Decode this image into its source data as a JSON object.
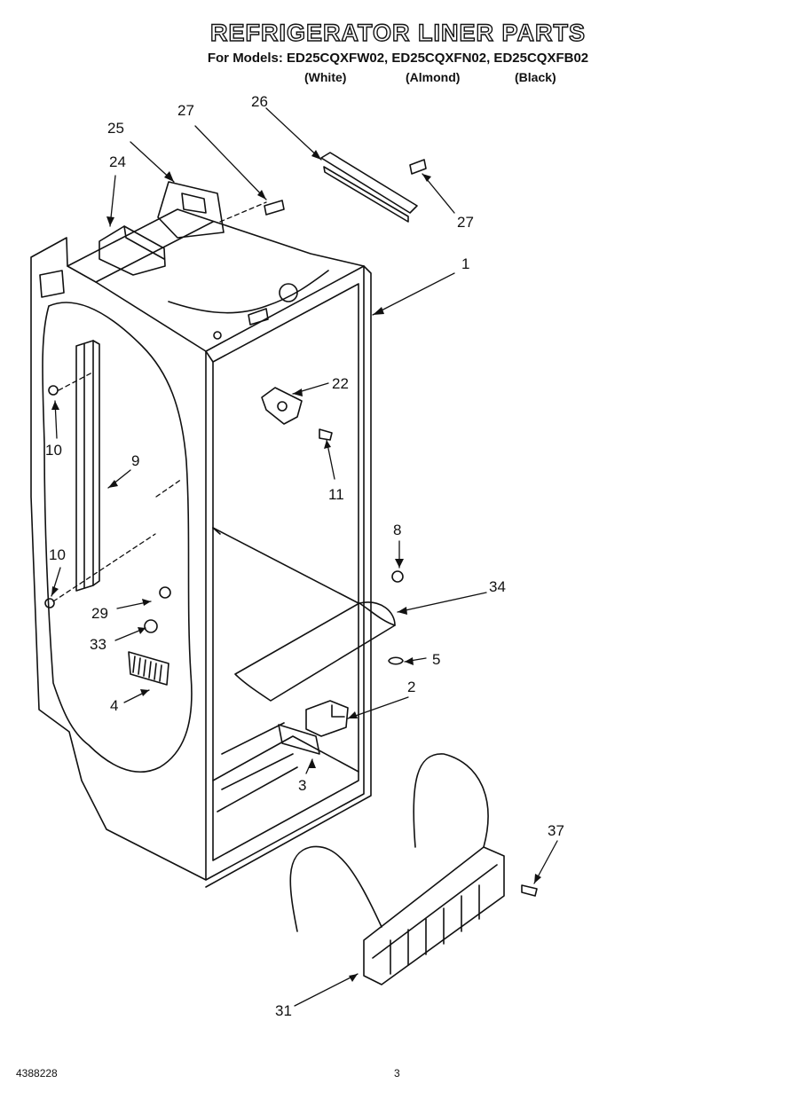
{
  "title": "REFRIGERATOR LINER PARTS",
  "models_line": "For Models: ED25CQXFW02, ED25CQXFN02, ED25CQXFB02",
  "variants": [
    "(White)",
    "(Almond)",
    "(Black)"
  ],
  "callouts": [
    "25",
    "27",
    "26",
    "24",
    "27",
    "1",
    "22",
    "10",
    "9",
    "11",
    "8",
    "10",
    "34",
    "29",
    "33",
    "5",
    "2",
    "4",
    "3",
    "37",
    "31"
  ],
  "footer": {
    "doc_number": "4388228",
    "page_number": "3"
  }
}
